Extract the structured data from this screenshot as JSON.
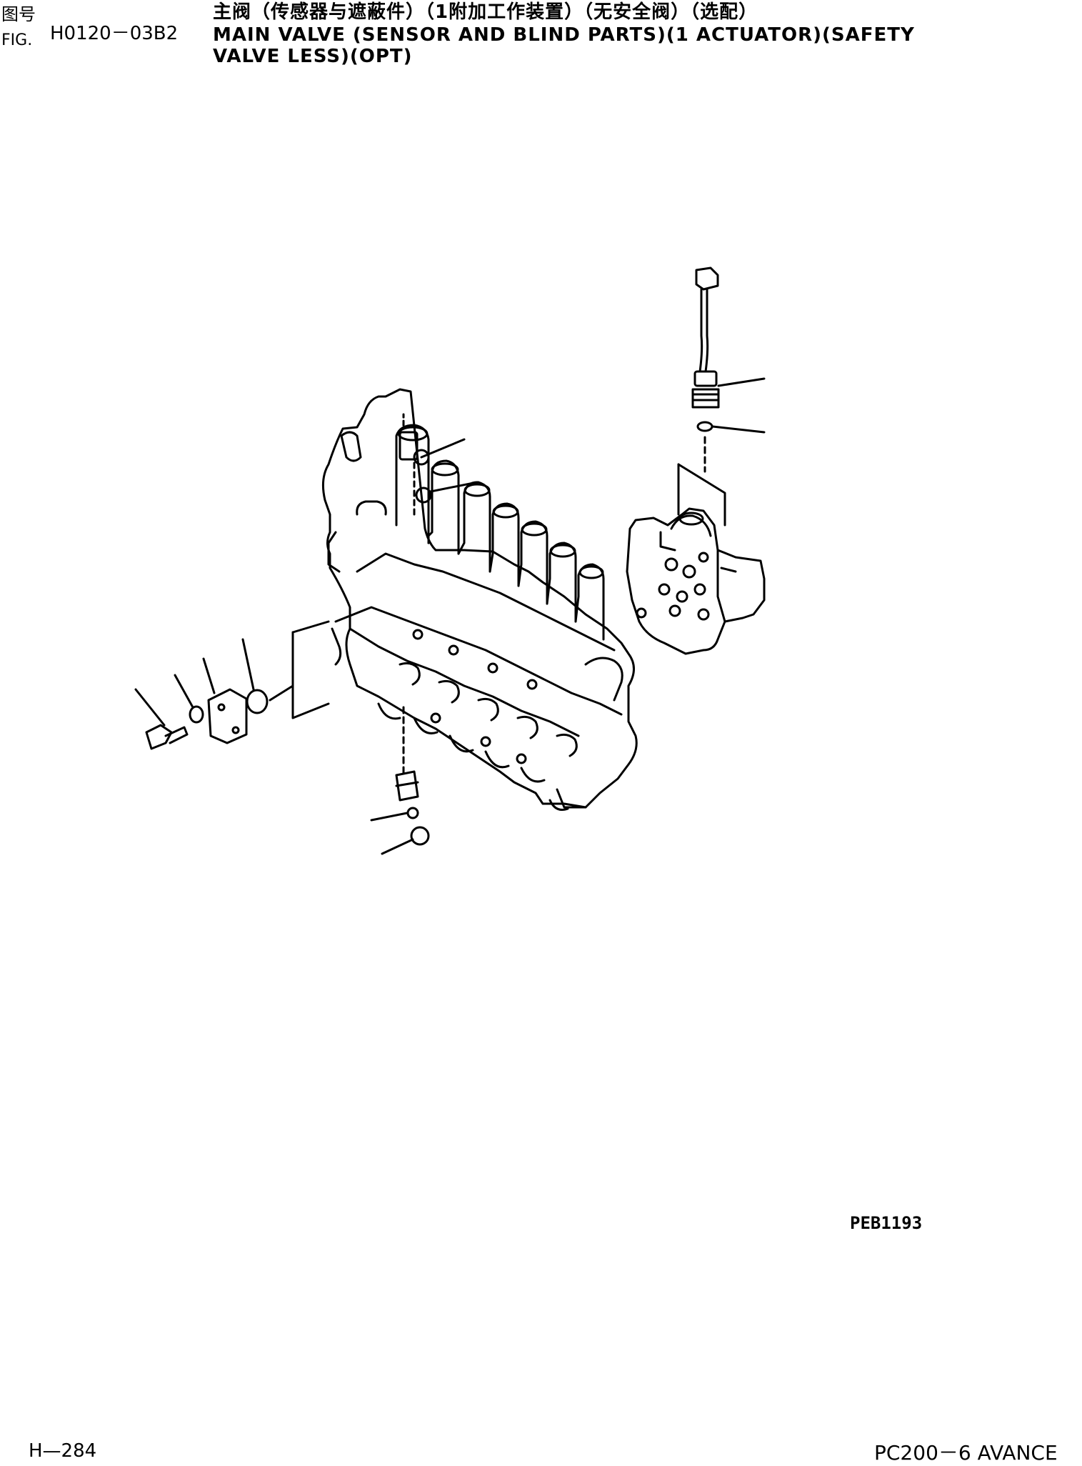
{
  "header": {
    "fig_label_cn": "图号",
    "fig_label_en": "FIG.",
    "fig_number": "H0120－03B2",
    "title_cn": "主阀（传感器与遮蔽件）（1附加工作装置）（无安全阀）（选配）",
    "title_en_line1": "MAIN VALVE (SENSOR AND BLIND PARTS)(1 ACTUATOR)(SAFETY",
    "title_en_line2": "VALVE LESS)(OPT)"
  },
  "diagram": {
    "drawing_code": "PEB1193"
  },
  "footer": {
    "page_number": "H—284",
    "model": "PC200－6 AVANCE"
  }
}
